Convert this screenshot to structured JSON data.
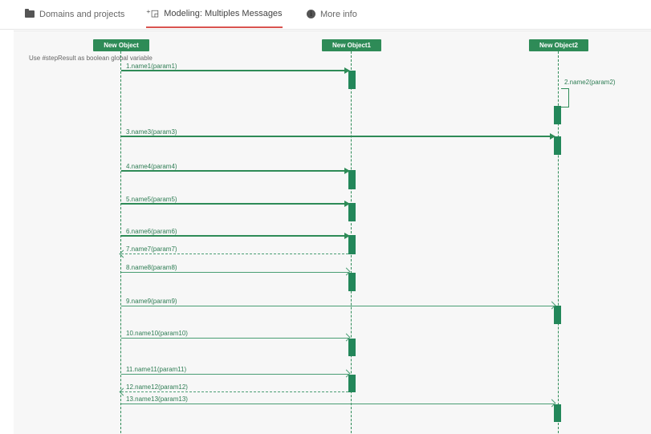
{
  "tabs": [
    {
      "label": "Domains and projects",
      "icon": "folder-icon"
    },
    {
      "label": "Modeling: Multiples Messages",
      "icon": "diagram-icon",
      "active": true
    },
    {
      "label": "More info",
      "icon": "info-icon"
    }
  ],
  "diagram": {
    "hint": "Use #stepResult as boolean global variable",
    "objects": [
      "New Object",
      "New Object1",
      "New Object2"
    ],
    "messages": [
      {
        "label": "1.name1(param1)"
      },
      {
        "label": "2.name2(param2)"
      },
      {
        "label": "3.name3(param3)"
      },
      {
        "label": "4.name4(param4)"
      },
      {
        "label": "5.name5(param5)"
      },
      {
        "label": "6.name6(param6)"
      },
      {
        "label": "7.name7(param7)"
      },
      {
        "label": "8.name8(param8)"
      },
      {
        "label": "9.name9(param9)"
      },
      {
        "label": "10.name10(param10)"
      },
      {
        "label": "11.name11(param11)"
      },
      {
        "label": "12.name12(param12)"
      },
      {
        "label": "13.name13(param13)"
      }
    ]
  },
  "colors": {
    "accent": "#2e8b57",
    "active_tab": "#d9534f",
    "canvas": "#f7f7f7"
  }
}
